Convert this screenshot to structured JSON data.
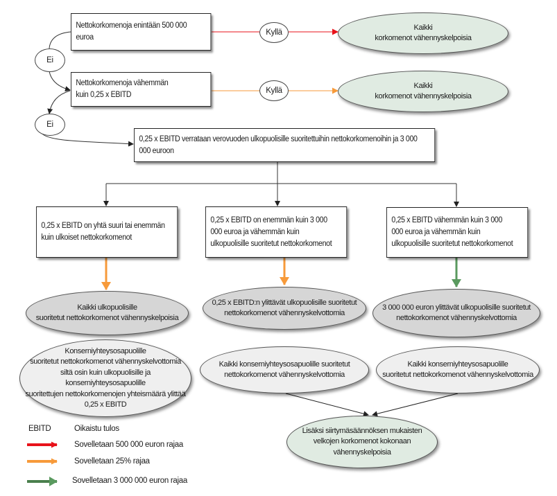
{
  "colors": {
    "red": "#e8121a",
    "orange": "#f79a3a",
    "green": "#4a7f4d",
    "result_green_fill": "#e0ebe2",
    "result_grey_fill": "#d6d6d6",
    "result_light_fill": "#efefef"
  },
  "steps": {
    "step1": "Nettokorkomenoja  enintään 500 000 euroa",
    "step2": "Nettokorkomenoja  vähemmän kuin 0,25 x EBITD",
    "step3": "0,25 x EBITD verrataan verovuoden ulkopuolisille suoritettuihin nettokorkomenoihin ja 3 000 000 euroon"
  },
  "decisions": {
    "yes_label": "Kyllä",
    "no_label": "Ei"
  },
  "results_top": {
    "r1": [
      "Kaikki",
      "korkomenot vähennyskelpoisia"
    ],
    "r2": [
      "Kaikki",
      "korkomenot vähennyskelpoisia"
    ]
  },
  "branches": [
    {
      "condition": "0,25 x EBITD on yhtä suuri tai enemmän kuin ulkoiset nettokorkomenot",
      "result": [
        "Kaikki ulkopuolisille",
        "suoritetut nettokorkomenot vähennyskelpoisia"
      ],
      "group_result": [
        "Konserniyhteysosapuolille",
        "suoritetut nettokorkomenot vähennyskelvottomia",
        "siltä osin kuin ulkopuolisille ja konserniyhteysosapuolille",
        "suoritettujen nettokorkomenojen yhteismäärä ylittää",
        "0,25 x EBITD"
      ],
      "arrow_color": "orange"
    },
    {
      "condition": "0,25 x EBITD on enemmän kuin 3 000 000 euroa ja vähemmän kuin ulkopuolisille suoritetut nettokorkomenot",
      "result": [
        "0,25 x  EBITD:n ylittävät ulkopuolisille suoritetut",
        "nettokorkomenot vähennyskelvottomia"
      ],
      "group_result": [
        "Kaikki konserniyhteysosapuolille suoritetut",
        "nettokorkomenot vähennyskelvottomia"
      ],
      "arrow_color": "orange"
    },
    {
      "condition": "0,25 x EBITD vähemmän kuin 3 000 000 euroa ja vähemmän kuin ulkopuolisille suoritetut nettokorkomenot",
      "result": [
        "3 000 000 euron ylittävät ulkopuolisille suoritetut",
        "nettokorkomenot vähennyskelvottomia"
      ],
      "group_result": [
        "Kaikki konserniyhteysosapuolille",
        "suoritetut nettokorkomenot vähennyskelvottomia"
      ],
      "arrow_color": "green"
    }
  ],
  "final_result": [
    "Lisäksi siirtymäsäännöksen mukaisten",
    "velkojen korkomenot kokonaan",
    "vähennyskelpoisia"
  ],
  "legend": {
    "abbr": "EBITD",
    "abbr_meaning": "Oikaistu tulos",
    "items": [
      {
        "color": "red",
        "label": "Sovelletaan  500 000 euron rajaa"
      },
      {
        "color": "orange",
        "label": "Sovelletaan  25% rajaa"
      },
      {
        "color": "green",
        "label": "Sovelletaan  3 000 000 euron rajaa"
      }
    ]
  }
}
